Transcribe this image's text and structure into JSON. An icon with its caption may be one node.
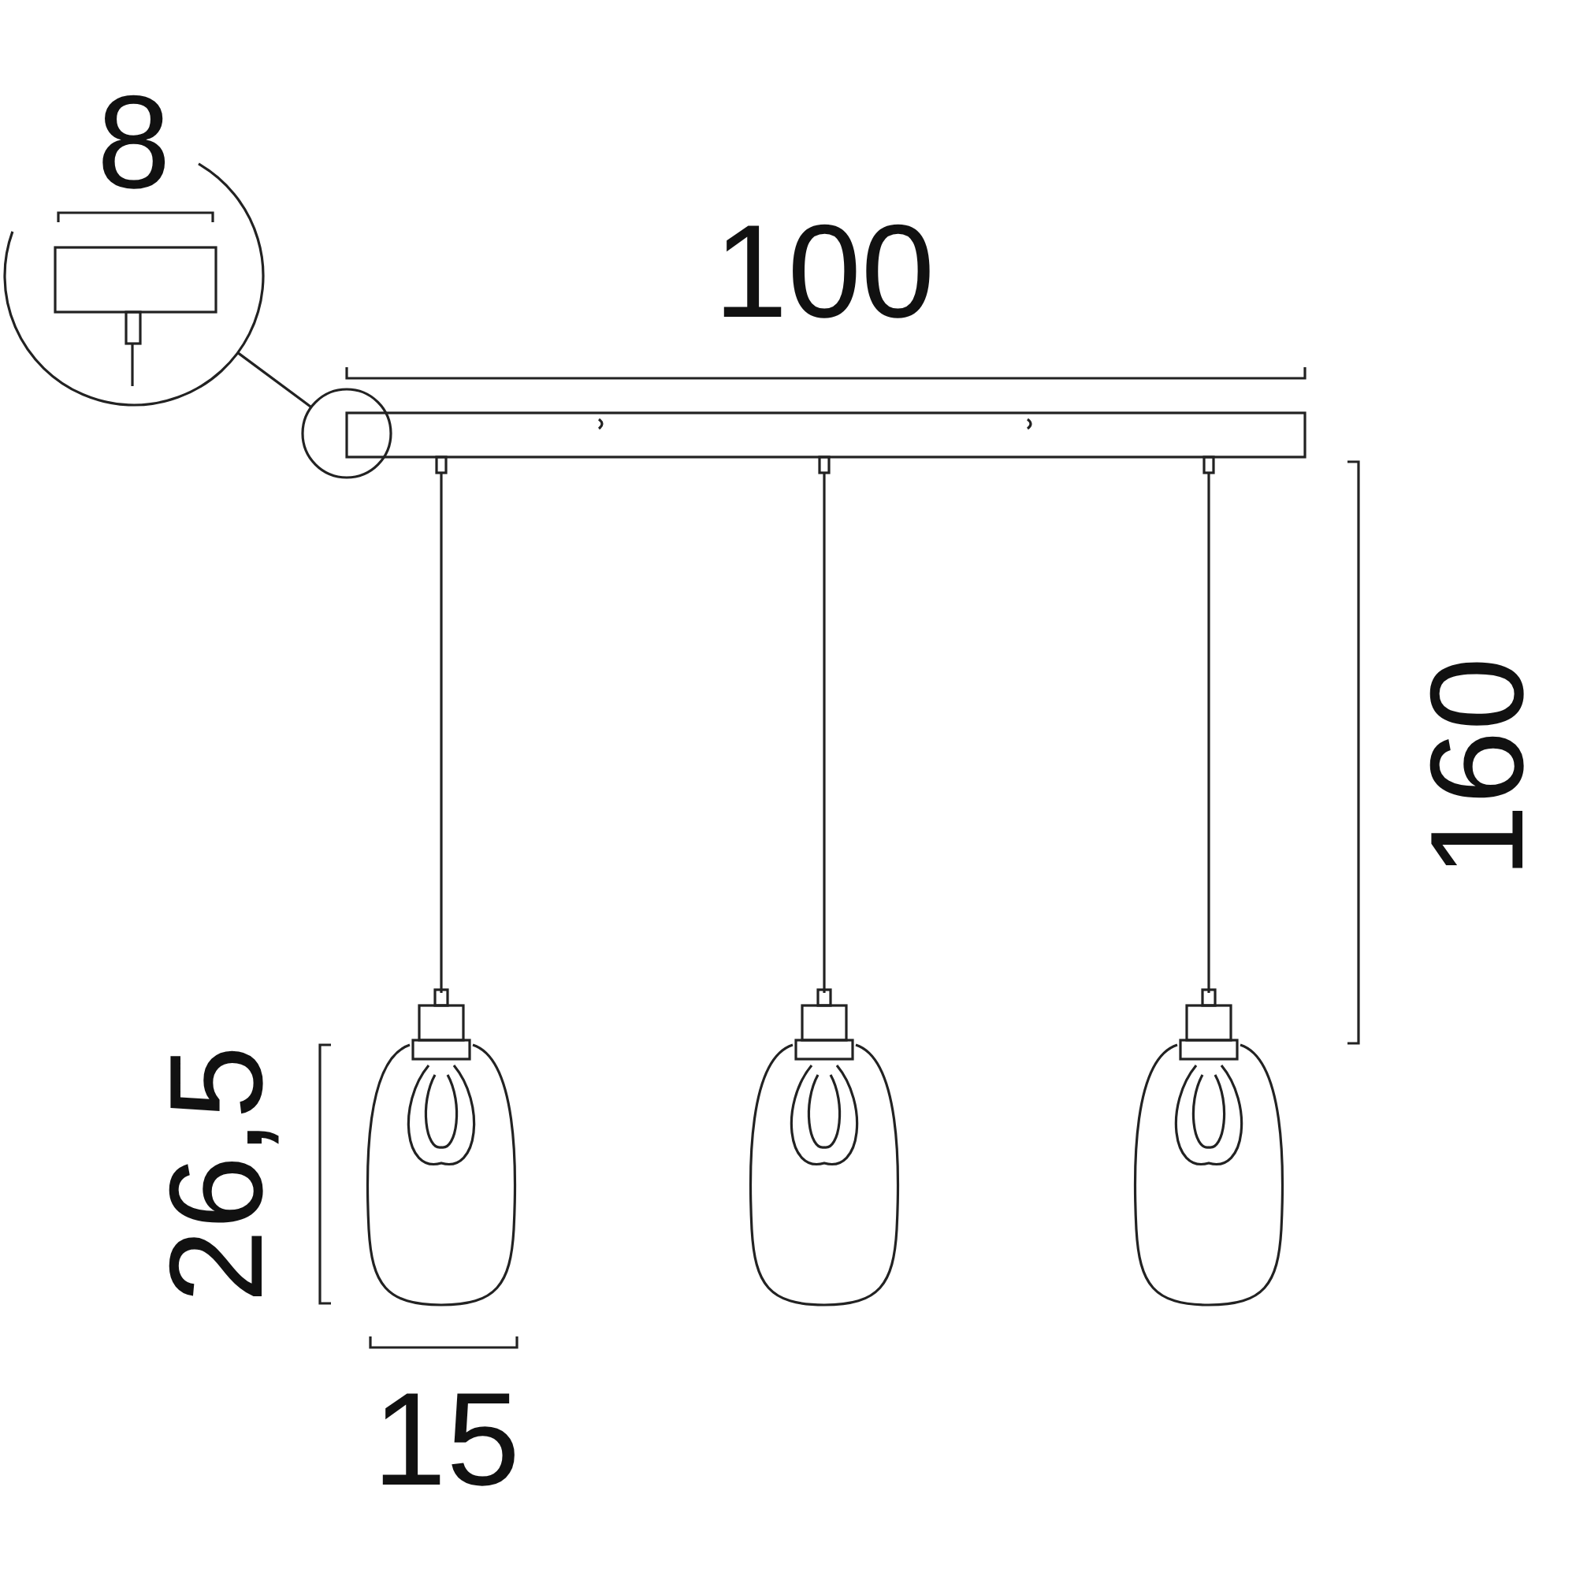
{
  "diagram": {
    "nodes": [
      {
        "text": [],
        "shape": "circle"
      },
      {
        "text": [],
        "shape": "circle"
      }
    ],
    "edges": [
      {
        "from": 0,
        "to": 1,
        "arrow": "none"
      }
    ],
    "labels": [
      "8",
      "100",
      "160",
      "26,5",
      "15"
    ]
  }
}
